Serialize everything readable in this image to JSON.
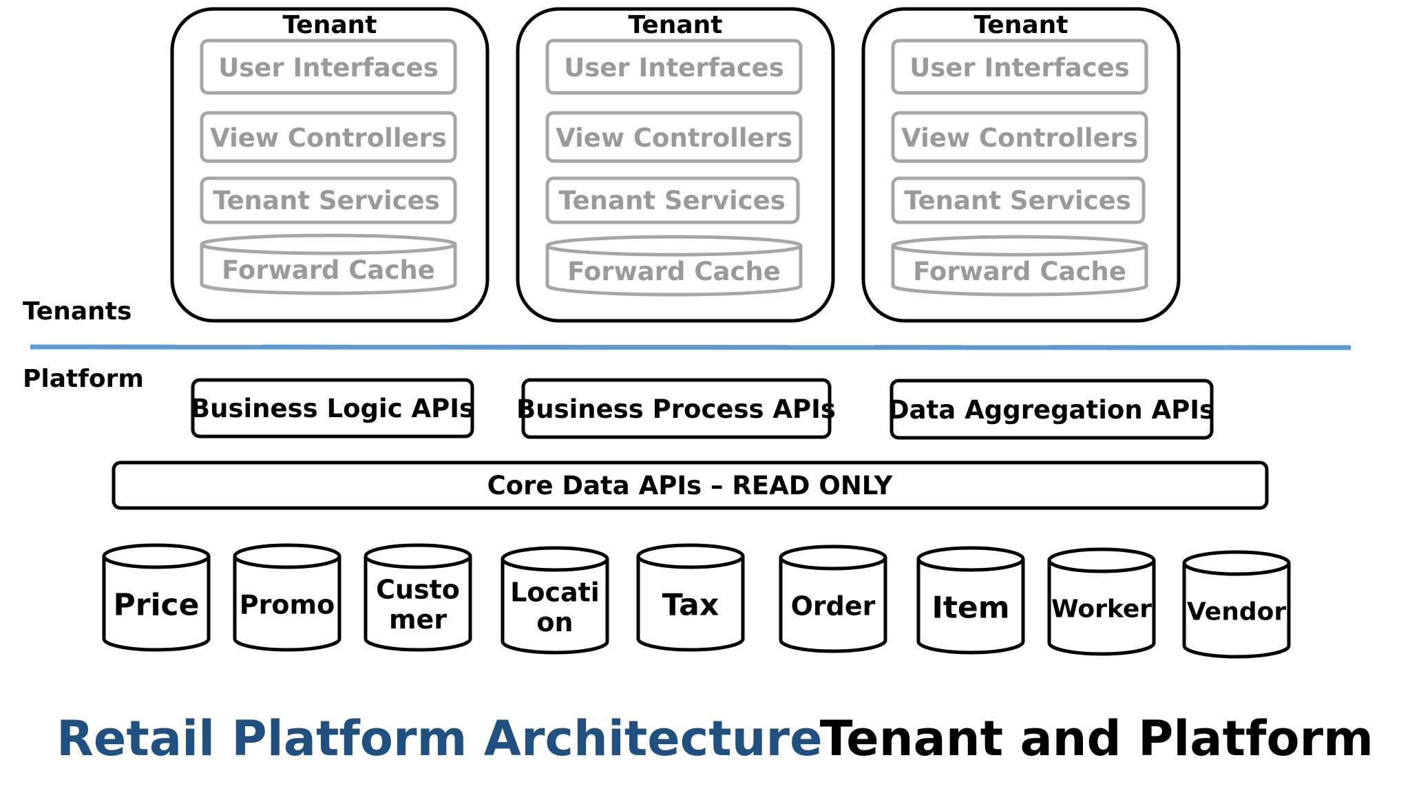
{
  "colors": {
    "accent_line": "#5b9bd5",
    "title_blue": "#1f5080",
    "layer_gray": "#9a9a9a"
  },
  "tenant_title": "Tenant",
  "tenant_layers": [
    "User Interfaces",
    "View Controllers",
    "Tenant Services",
    "Forward Cache"
  ],
  "sections": {
    "tenants": "Tenants",
    "platform": "Platform"
  },
  "platform_apis": [
    "Business Logic APIs",
    "Business Process APIs",
    "Data Aggregation APIs"
  ],
  "core_api": "Core Data APIs – READ ONLY",
  "data_stores": [
    {
      "lines": [
        "Price"
      ]
    },
    {
      "lines": [
        "Promo"
      ]
    },
    {
      "lines": [
        "Custo",
        "mer"
      ]
    },
    {
      "lines": [
        "Locati",
        "on"
      ]
    },
    {
      "lines": [
        "Tax"
      ]
    },
    {
      "lines": [
        "Order"
      ]
    },
    {
      "lines": [
        "Item"
      ]
    },
    {
      "lines": [
        "Worker"
      ]
    },
    {
      "lines": [
        "Vendor"
      ]
    }
  ],
  "footer": {
    "left_title": "Retail Platform Architecture",
    "right_title": "Tenant and Platform"
  }
}
